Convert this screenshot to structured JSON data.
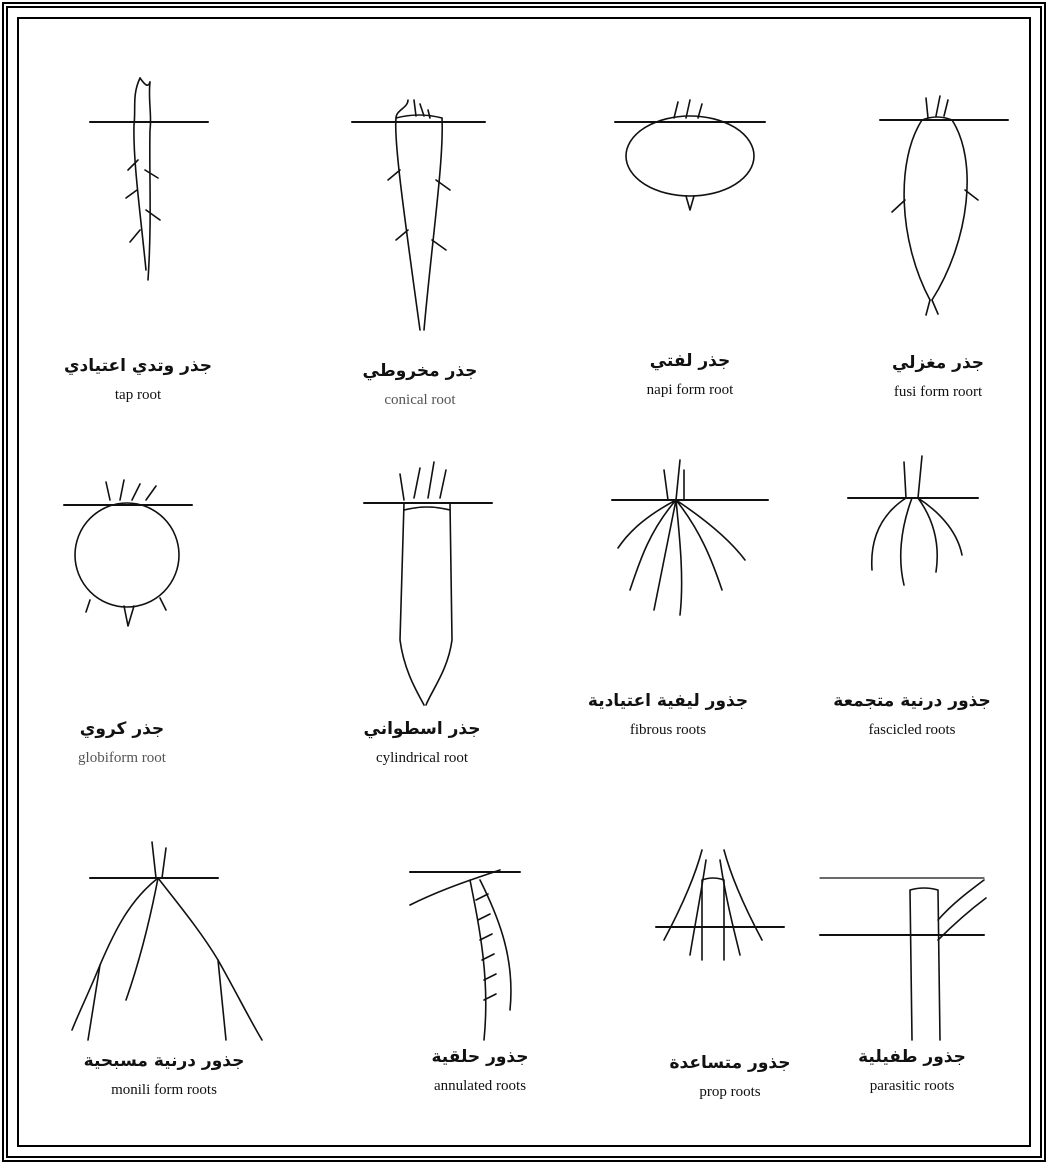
{
  "figure": {
    "roots": [
      {
        "ar": "جذر وتدي اعتيادي",
        "en": "tap root"
      },
      {
        "ar": "جذر مخروطي",
        "en": "conical root"
      },
      {
        "ar": "جذر لفتي",
        "en": "napi form root"
      },
      {
        "ar": "جذر مغزلي",
        "en": "fusi form roort"
      },
      {
        "ar": "جذر كروي",
        "en": "globiform root"
      },
      {
        "ar": "جذر اسطواني",
        "en": "cylindrical root"
      },
      {
        "ar": "جذور ليفية اعتيادية",
        "en": "fibrous roots"
      },
      {
        "ar": "جذور درنية متجمعة",
        "en": "fascicled roots"
      },
      {
        "ar": "جذور درنية مسبحية",
        "en": "monili form roots"
      },
      {
        "ar": "جذور حلقية",
        "en": "annulated roots"
      },
      {
        "ar": "جذور متساعدة",
        "en": "prop roots"
      },
      {
        "ar": "جذور طفيلية",
        "en": "parasitic roots"
      }
    ]
  }
}
